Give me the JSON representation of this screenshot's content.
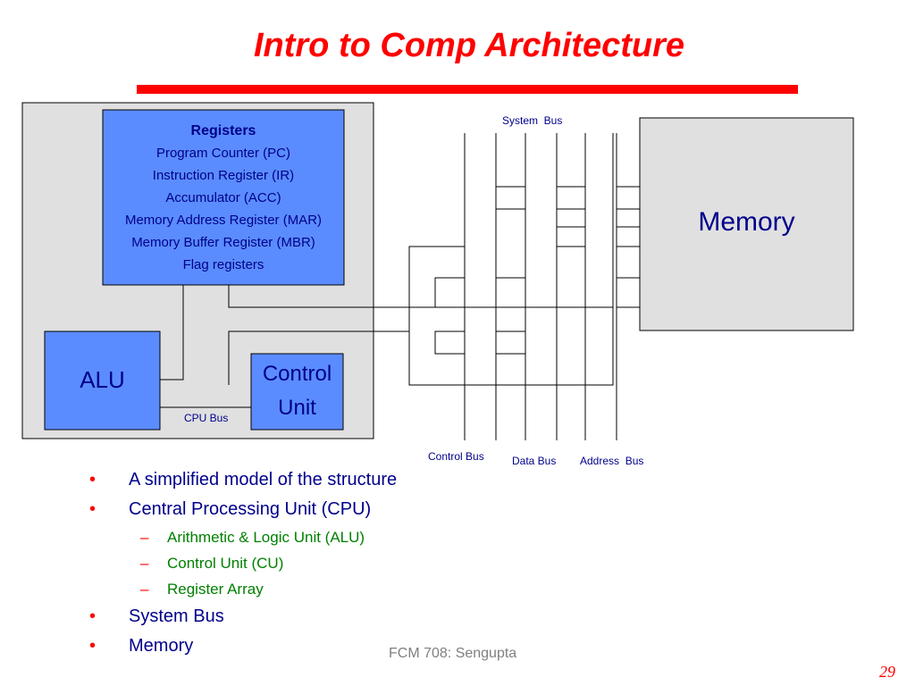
{
  "slide": {
    "title": "Intro to Comp Architecture",
    "footer": "FCM 708: Sengupta",
    "page_number": "29"
  },
  "diagram": {
    "registers": {
      "heading": "Registers",
      "items": [
        "Program Counter (PC)",
        "Instruction Register (IR)",
        "Accumulator (ACC)",
        "Memory Address Register (MAR)",
        "Memory Buffer Register (MBR)",
        "Flag registers"
      ]
    },
    "alu_label": "ALU",
    "control_unit_label_line1": "Control",
    "control_unit_label_line2": "Unit",
    "cpu_bus_label": "CPU Bus",
    "memory_label": "Memory",
    "system_bus_label": "System  Bus",
    "control_bus_label": "Control Bus",
    "data_bus_label": "Data Bus",
    "address_bus_label": "Address  Bus"
  },
  "bullets": [
    {
      "level": 1,
      "text": "A simplified model of the structure"
    },
    {
      "level": 1,
      "text": "Central Processing Unit (CPU)"
    },
    {
      "level": 2,
      "text": "Arithmetic & Logic Unit (ALU)"
    },
    {
      "level": 2,
      "text": "Control Unit (CU)"
    },
    {
      "level": 2,
      "text": "Register Array"
    },
    {
      "level": 1,
      "text": "System Bus"
    },
    {
      "level": 1,
      "text": "Memory"
    }
  ],
  "colors": {
    "title": "#ff0000",
    "block_fill": "#5b8cff",
    "panel_fill": "#e0e0e0",
    "text_navy": "#00008b",
    "sub_bullet": "#008000"
  }
}
